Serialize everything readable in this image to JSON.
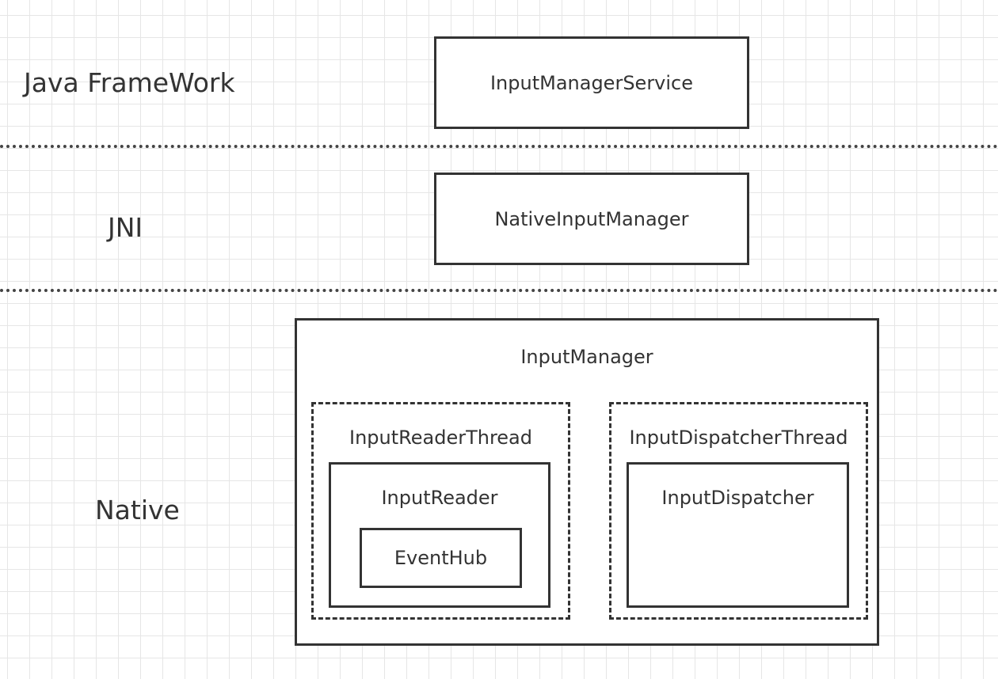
{
  "layers": {
    "java_framework": "Java FrameWork",
    "jni": "JNI",
    "native": "Native"
  },
  "components": {
    "input_manager_service": "InputManagerService",
    "native_input_manager": "NativeInputManager",
    "input_manager": "InputManager",
    "input_reader_thread": "InputReaderThread",
    "input_reader": "InputReader",
    "event_hub": "EventHub",
    "input_dispatcher_thread": "InputDispatcherThread",
    "input_dispatcher": "InputDispatcher"
  }
}
